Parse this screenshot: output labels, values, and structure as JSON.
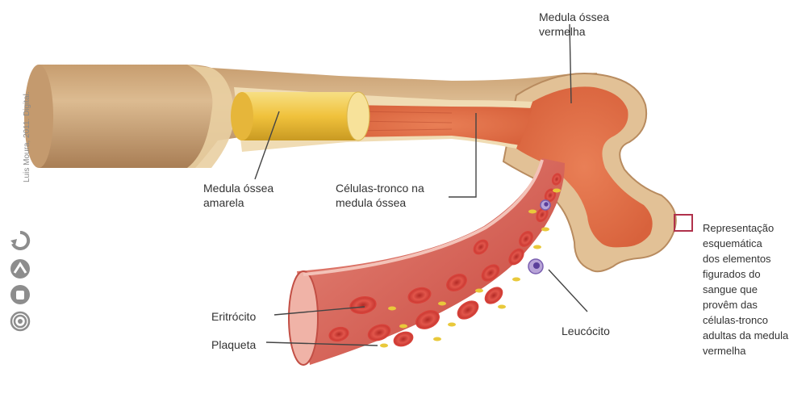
{
  "credit": "Luis Moura, 2011. Digital.",
  "labels": {
    "red_marrow": "Medula óssea\nvermelha",
    "yellow_marrow": "Medula óssea\namarela",
    "stem_cells": "Células-tronco na\nmedula óssea",
    "erythrocyte": "Eritrócito",
    "platelet": "Plaqueta",
    "leukocyte": "Leucócito",
    "representation": "Representação\nesquemática\ndos elementos\nfigurados do\nsangue que\nprovêm das\ncélulas-tronco\nadultas da medula\nvermelha"
  },
  "icons": [
    "recycle-icon",
    "chevron-icon",
    "hand-icon",
    "spiral-icon"
  ],
  "colors": {
    "bone_outer": "#d8b48a",
    "bone_cut": "#e9cfa2",
    "yellow_marrow": "#f1c94a",
    "red_marrow": "#e07850",
    "vessel": "#d9584a",
    "erythrocyte": "#d8423a",
    "platelet": "#e9c93b",
    "leukocyte": "#b8a4d8",
    "leader_line": "#444444",
    "legend_box": "#b0314b"
  }
}
